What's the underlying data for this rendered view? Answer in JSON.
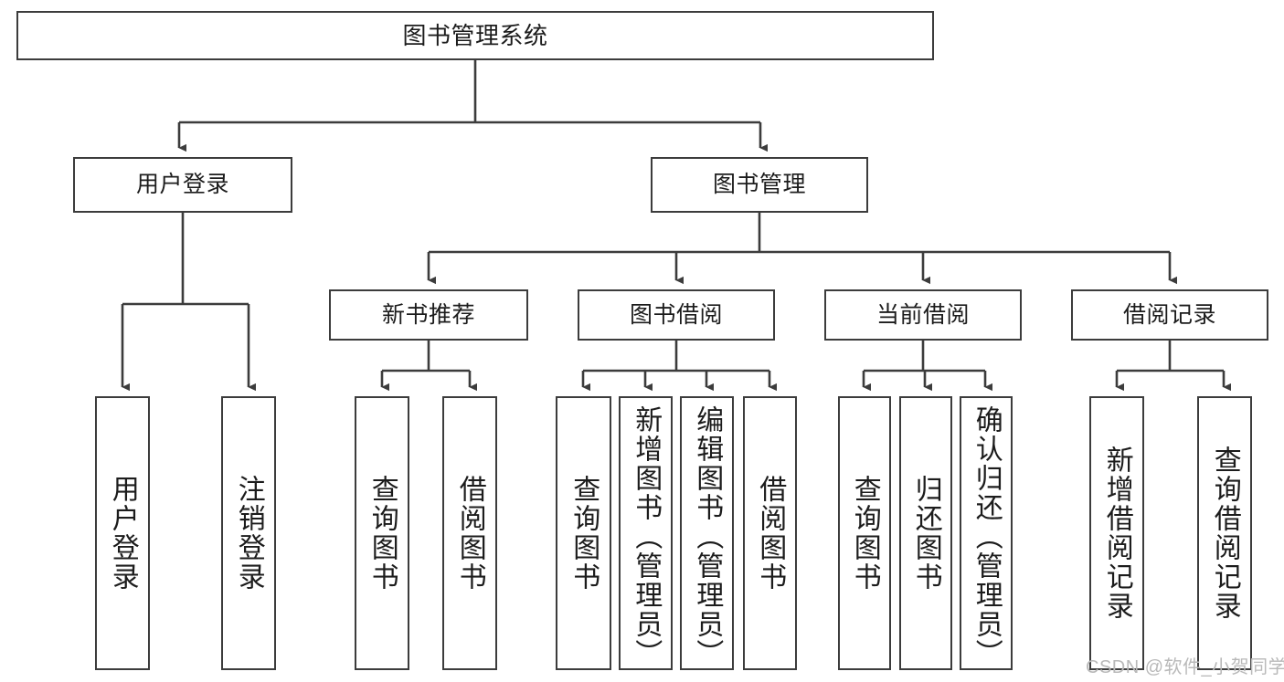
{
  "diagram": {
    "title": "图书管理系统",
    "type": "tree",
    "colors": {
      "stroke": "#3c3c3c",
      "fill": "#ffffff",
      "text": "#1c1c1c",
      "watermark": "#b9b9b9"
    },
    "nodes": {
      "root": {
        "label": "图书管理系统"
      },
      "level2": [
        {
          "label": "用户登录"
        },
        {
          "label": "图书管理"
        }
      ],
      "level3": [
        {
          "label": "新书推荐"
        },
        {
          "label": "图书借阅"
        },
        {
          "label": "当前借阅"
        },
        {
          "label": "借阅记录"
        }
      ],
      "leaves": {
        "user_login": [
          {
            "label": "用户登录"
          },
          {
            "label": "注销登录"
          }
        ],
        "new_book_recommend": [
          {
            "label": "查询图书"
          },
          {
            "label": "借阅图书"
          }
        ],
        "book_borrow": [
          {
            "label": "查询图书"
          },
          {
            "label": "新增图书（管理员）"
          },
          {
            "label": "编辑图书（管理员）"
          },
          {
            "label": "借阅图书"
          }
        ],
        "current_borrow": [
          {
            "label": "查询图书"
          },
          {
            "label": "归还图书"
          },
          {
            "label": "确认归还（管理员）"
          }
        ],
        "borrow_record": [
          {
            "label": "新增借阅记录"
          },
          {
            "label": "查询借阅记录"
          }
        ]
      }
    },
    "watermark": "CSDN @软件_小贺同学"
  }
}
